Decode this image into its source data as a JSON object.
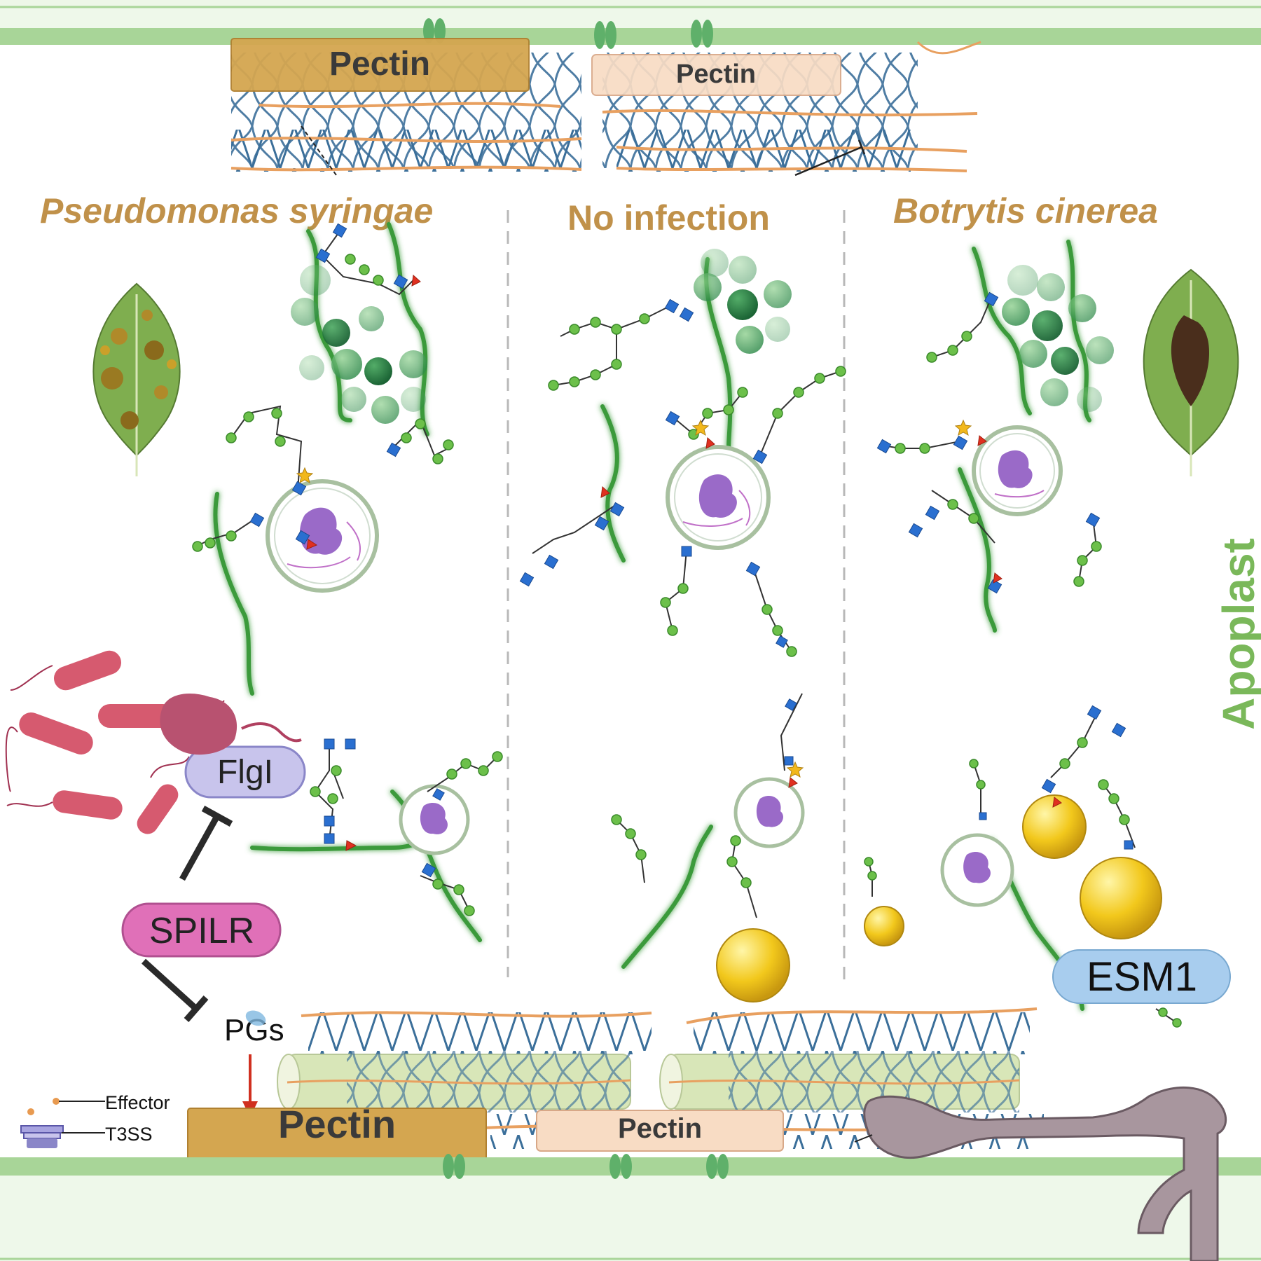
{
  "labels": {
    "pectin_top_left": "Pectin",
    "pectin_top_right": "Pectin",
    "pectin_bottom_left": "Pectin",
    "pectin_bottom_right": "Pectin",
    "pseudomonas": "Pseudomonas syringae",
    "no_infection": "No infection",
    "botrytis": "Botrytis cinerea",
    "apoplast": "Apoplast",
    "flgi": "FlgI",
    "spilr": "SPILR",
    "pgs": "PGs",
    "esm1": "ESM1",
    "effector": "Effector",
    "t3ss": "T3SS"
  },
  "colors": {
    "membrane": "#a8d598",
    "pectin_dark": "#d4a650",
    "pectin_light": "#f8dcc4",
    "fiber_blue": "#3b6f9a",
    "fiber_orange": "#e8a060",
    "header_gold": "#c0914a",
    "apoplast_green": "#7ab85a",
    "green_strand": "#3a9a3a",
    "glycan_blue": "#2a6fd0",
    "glycan_green": "#6cc04a",
    "bacteria_pink": "#d65a6f",
    "spilr_pink": "#e070b8",
    "flgi_lavender": "#c8c4ec",
    "esm1_blue": "#a8cdee",
    "yellow_vesicle": "#f2c81c",
    "hypha_gray": "#a8969e"
  }
}
